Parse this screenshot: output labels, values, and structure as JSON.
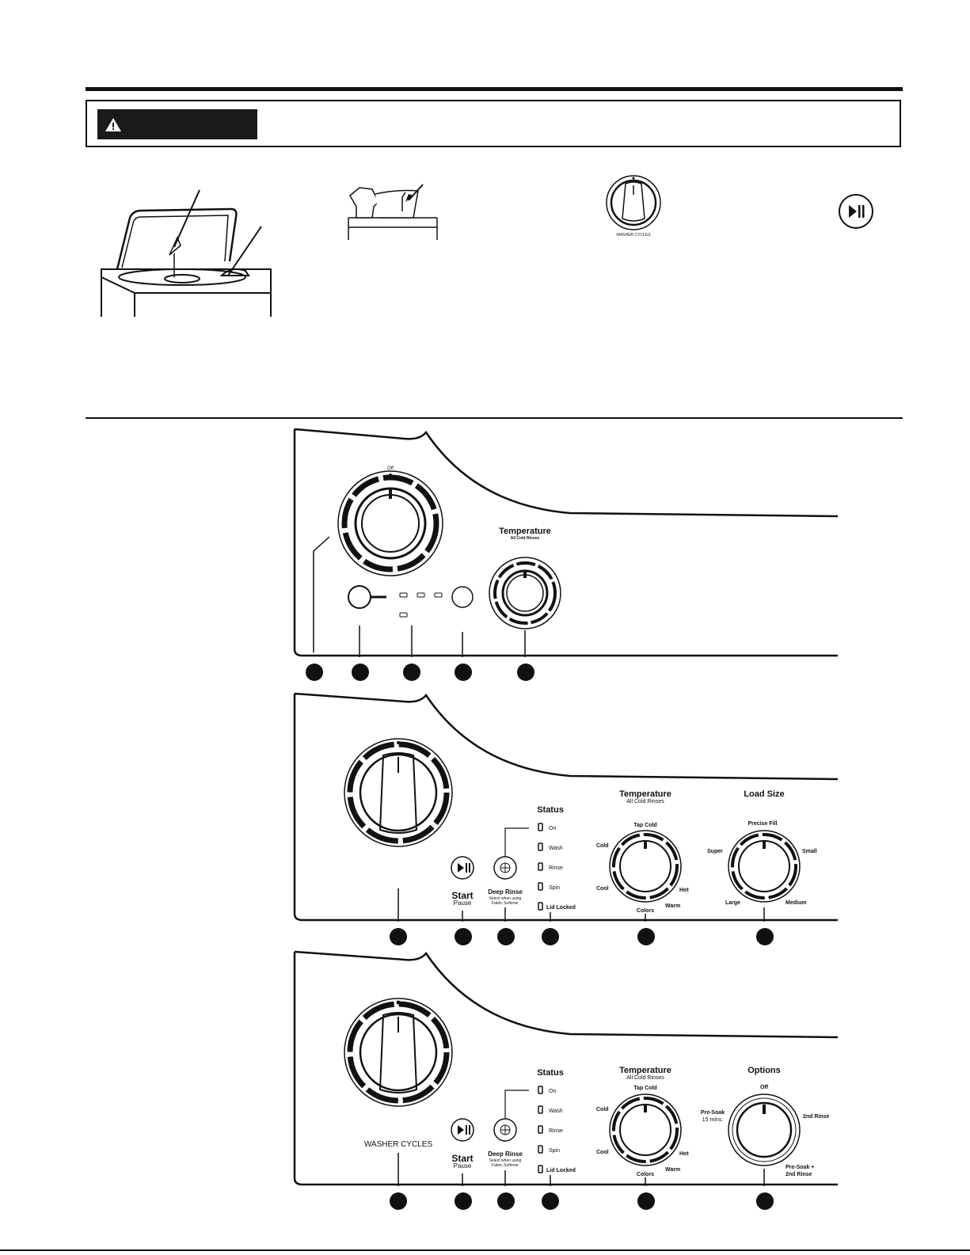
{
  "warning": {
    "icon": "warning-triangle-icon"
  },
  "small_illustrations": {
    "dial_label": "WASHER CYCLES",
    "start_pause_icon": "play-pause-icon"
  },
  "panel1": {
    "dial_top_label": "Off",
    "temperature_title": "Temperature",
    "temperature_subtitle": "All Cold Rinses"
  },
  "panel2": {
    "start_label": "Start",
    "pause_label": "Pause",
    "deep_rinse_label": "Deep Rinse",
    "deep_rinse_note_1": "Select when using",
    "deep_rinse_note_2": "Fabric Softener",
    "status_title": "Status",
    "status_items": [
      "On",
      "Wash",
      "Rinse",
      "Spin",
      "Lid Locked"
    ],
    "temperature_title": "Temperature",
    "temperature_subtitle": "All Cold Rinses",
    "temperature_settings": {
      "top": "Tap Cold",
      "left_upper": "Cold",
      "left_lower": "Cool",
      "right_lower": "Hot",
      "bottom_right": "Warm",
      "bottom": "Colors"
    },
    "load_title": "Load Size",
    "load_settings": {
      "top": "Precise Fill",
      "left": "Super",
      "right": "Small",
      "bottom_left": "Large",
      "bottom_right": "Medium"
    }
  },
  "panel3": {
    "dial_label": "WASHER CYCLES",
    "start_label": "Start",
    "pause_label": "Pause",
    "deep_rinse_label": "Deep Rinse",
    "deep_rinse_note_1": "Select when using",
    "deep_rinse_note_2": "Fabric Softener",
    "status_title": "Status",
    "status_items": [
      "On",
      "Wash",
      "Rinse",
      "Spin",
      "Lid Locked"
    ],
    "temperature_title": "Temperature",
    "temperature_subtitle": "All Cold Rinses",
    "temperature_settings": {
      "top": "Tap Cold",
      "left_upper": "Cold",
      "left_lower": "Cool",
      "right_lower": "Hot",
      "bottom_right": "Warm",
      "bottom": "Colors"
    },
    "options_title": "Options",
    "options_settings": {
      "top": "Off",
      "left_1": "Pre-Soak",
      "left_2": "15 mins.",
      "right": "2nd Rinse",
      "bottom_right_1": "Pre-Soak +",
      "bottom_right_2": "2nd Rinse"
    }
  }
}
